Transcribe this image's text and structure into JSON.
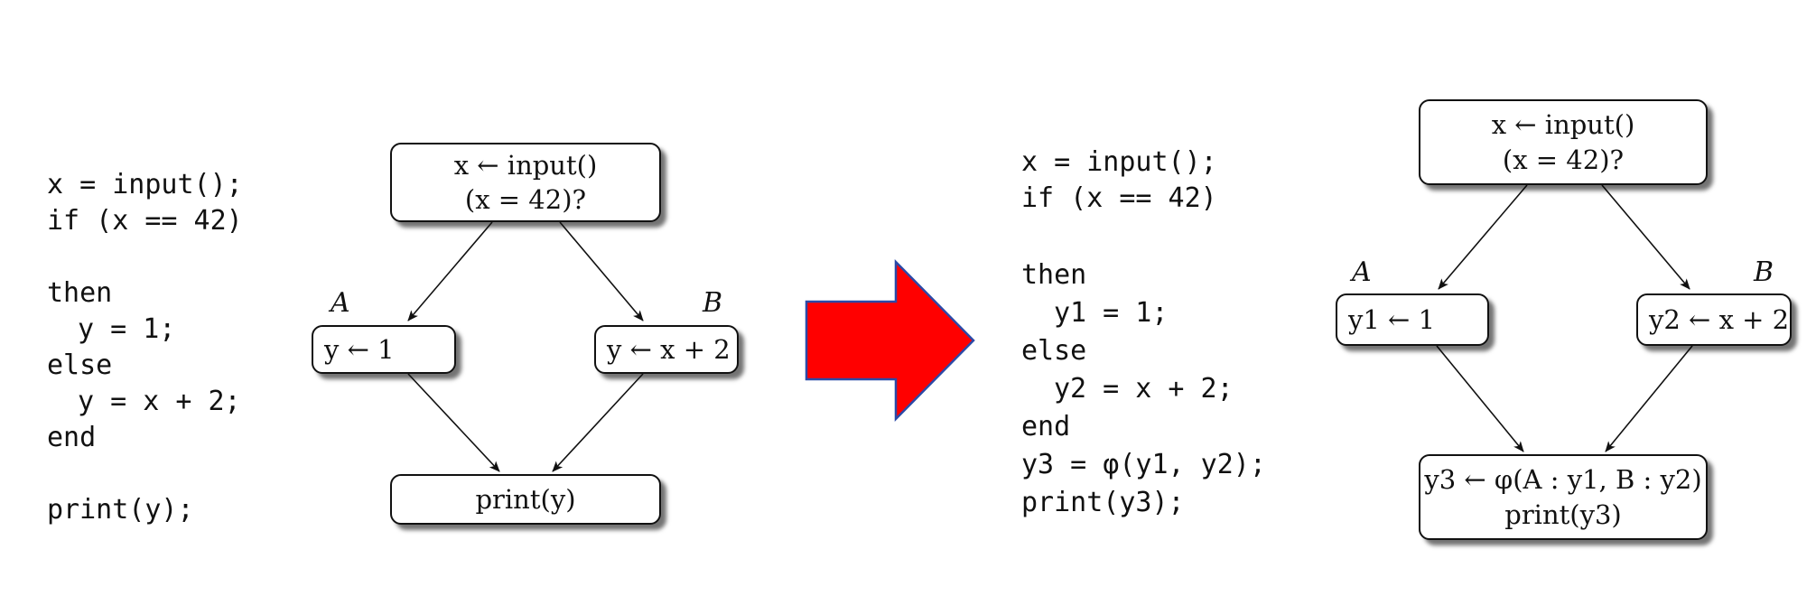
{
  "before": {
    "code": [
      "x = input();",
      "if (x == 42)",
      "then",
      "y = 1;",
      "else",
      "y = x + 2;",
      "end",
      "print(y);"
    ],
    "cfg": {
      "entry": [
        "x ← input()",
        "(x = 42)?"
      ],
      "label_a": "A",
      "label_b": "B",
      "node_a": "y ← 1",
      "node_b": "y ← x + 2",
      "exit": [
        "print(y)"
      ]
    }
  },
  "transform_arrow": {
    "color": "#ff0000",
    "border": "#2b4aa8"
  },
  "after": {
    "code": [
      "x = input();",
      "if (x == 42)",
      "then",
      "y1 = 1;",
      "else",
      "y2 = x + 2;",
      "end",
      "y3 = φ(y1, y2);",
      "print(y3);"
    ],
    "cfg": {
      "entry": [
        "x ← input()",
        "(x = 42)?"
      ],
      "label_a": "A",
      "label_b": "B",
      "node_a": "y1 ← 1",
      "node_b": "y2 ← x + 2",
      "exit": [
        "y3 ← φ(A : y1, B : y2)",
        "print(y3)"
      ]
    }
  }
}
